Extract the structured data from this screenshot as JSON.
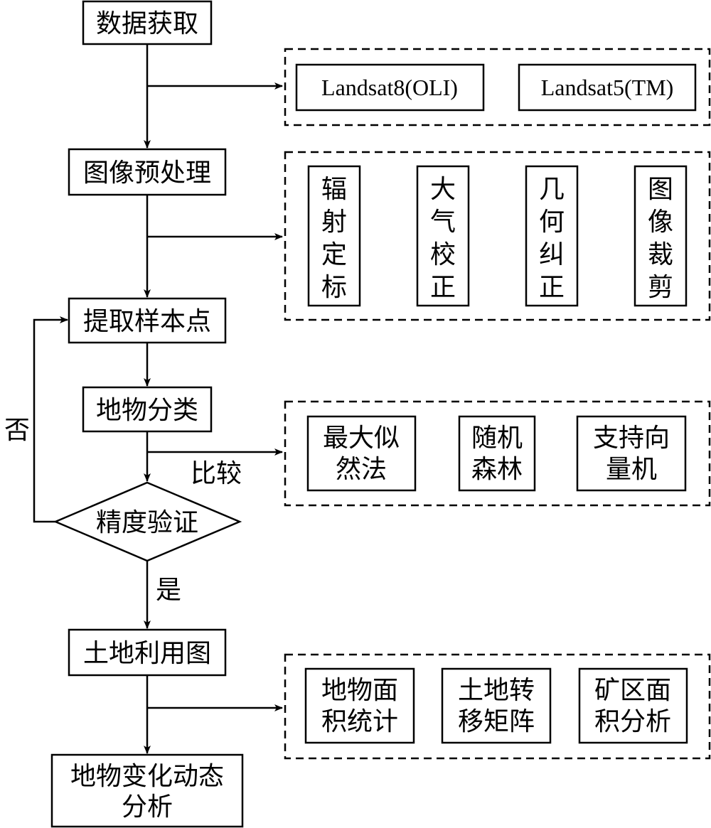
{
  "flow": {
    "acquire": "数据获取",
    "preprocess": "图像预处理",
    "samples": "提取样本点",
    "classify": "地物分类",
    "validate": "精度验证",
    "landuse_map": "土地利用图",
    "change_line1": "地物变化动态",
    "change_line2": "分析"
  },
  "edges": {
    "no": "否",
    "yes": "是",
    "compare": "比较"
  },
  "data_sources": [
    "Landsat8(OLI)",
    "Landsat5(TM)"
  ],
  "preprocess_steps": [
    [
      "辐",
      "射",
      "定",
      "标"
    ],
    [
      "大",
      "气",
      "校",
      "正"
    ],
    [
      "几",
      "何",
      "纠",
      "正"
    ],
    [
      "图",
      "像",
      "裁",
      "剪"
    ]
  ],
  "methods": [
    [
      "最大似",
      "然法"
    ],
    [
      "随机",
      "森林"
    ],
    [
      "支持向",
      "量机"
    ]
  ],
  "analyses": [
    [
      "地物面",
      "积统计"
    ],
    [
      "土地转",
      "移矩阵"
    ],
    [
      "矿区面",
      "积分析"
    ]
  ]
}
